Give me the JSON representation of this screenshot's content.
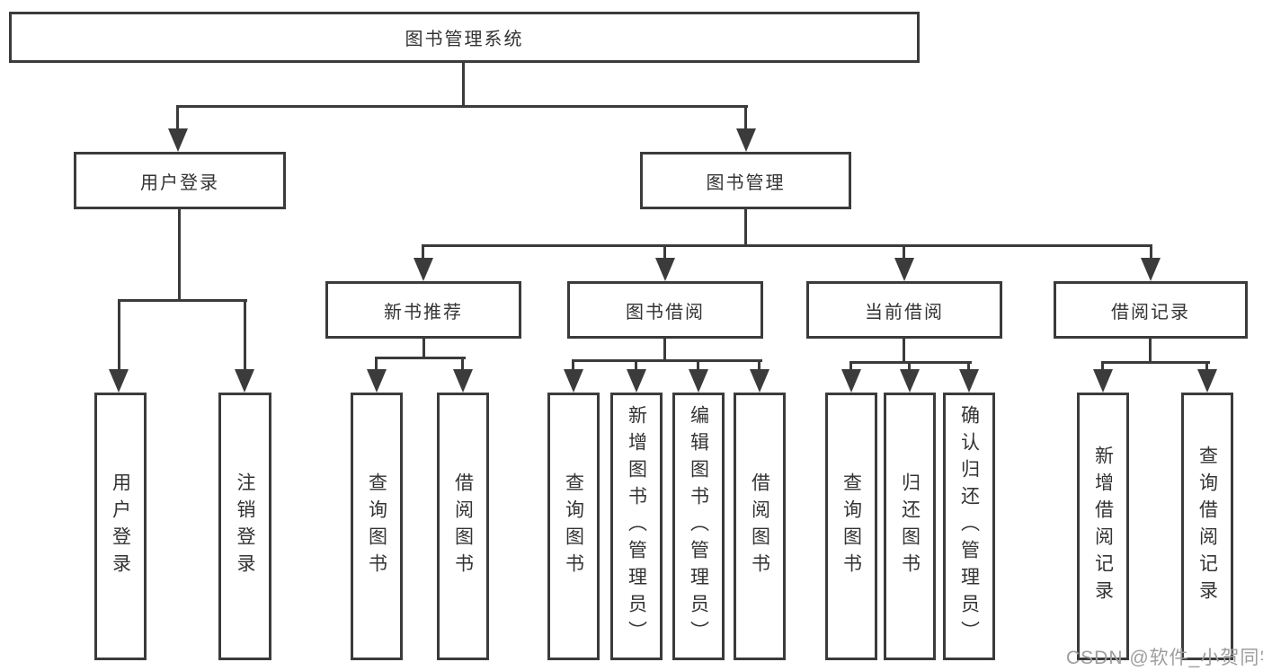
{
  "tree": {
    "label": "图书管理系统",
    "branches": [
      {
        "label": "用户登录",
        "leaves": [
          "用户登录",
          "注销登录"
        ]
      },
      {
        "label": "图书管理",
        "groups": [
          {
            "label": "新书推荐",
            "leaves": [
              "查询图书",
              "借阅图书"
            ]
          },
          {
            "label": "图书借阅",
            "leaves": [
              "查询图书",
              "新增图书（管理员）",
              "编辑图书（管理员）",
              "借阅图书"
            ]
          },
          {
            "label": "当前借阅",
            "leaves": [
              "查询图书",
              "归还图书",
              "确认归还（管理员）"
            ]
          },
          {
            "label": "借阅记录",
            "leaves": [
              "新增借阅记录",
              "查询借阅记录"
            ]
          }
        ]
      }
    ]
  },
  "watermark": {
    "text": "CSDN @软件_小贺同学",
    "color": "#9e9e9e"
  },
  "colors": {
    "line": "#3b3b3b",
    "text": "#333333",
    "background": "#ffffff"
  }
}
